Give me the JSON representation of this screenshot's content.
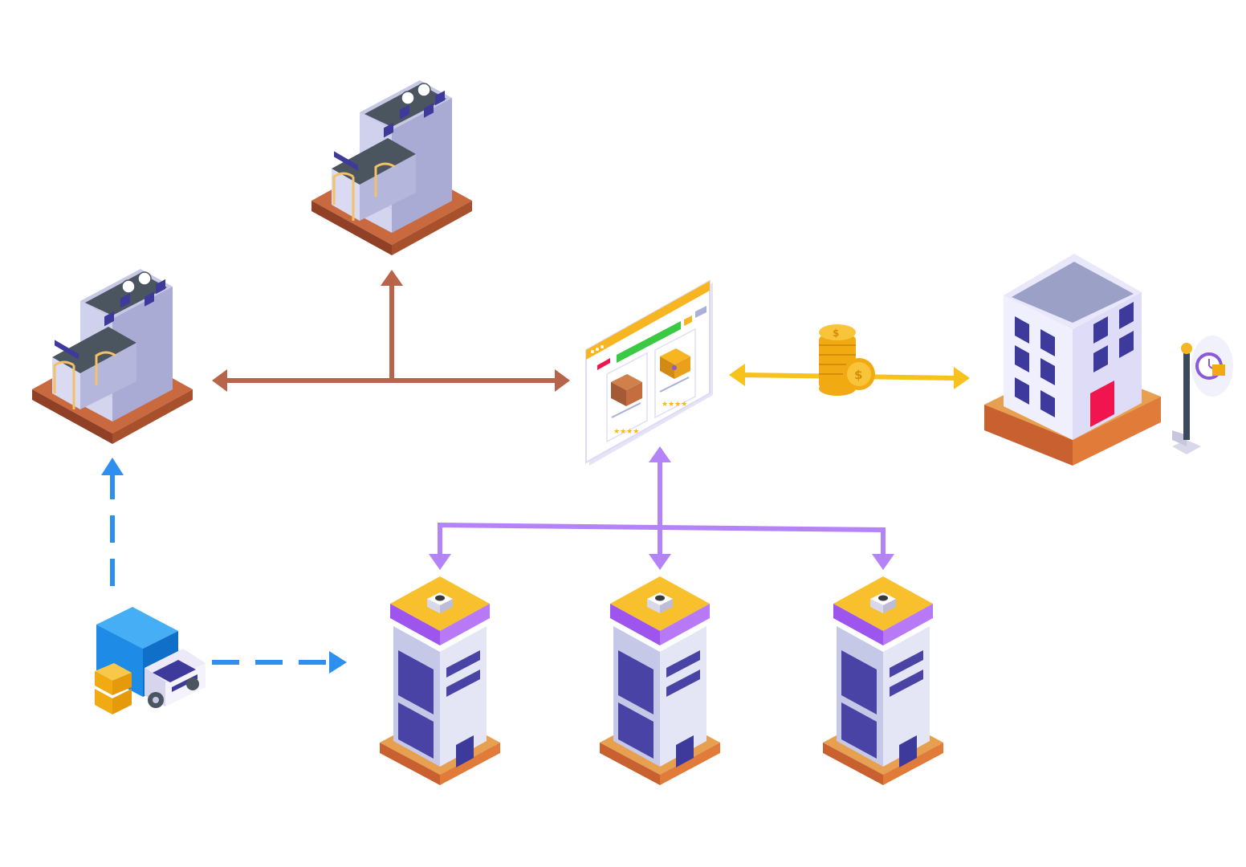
{
  "colors": {
    "background": "#ffffff",
    "supply_arrow": "#b8644a",
    "payment_arrow": "#f7c21c",
    "distribution_arrow": "#b383f7",
    "logistics_arrow": "#2d8ff0",
    "ground_tile": "#c8693f",
    "store_ground": "#e7a050",
    "store_roof": "#f8c02c",
    "store_trim": "#a45ff0",
    "office_walls": "#ebeafd",
    "office_windows": "#3e3a9c",
    "office_door": "#f0154f",
    "truck_body": "#1e8be6",
    "boxes": "#f8b522"
  },
  "nodes": [
    {
      "id": "factory-top",
      "icon": "factory-icon"
    },
    {
      "id": "factory-left",
      "icon": "factory-icon"
    },
    {
      "id": "online-store",
      "icon": "browser-window-icon"
    },
    {
      "id": "coins",
      "icon": "coin-stack-icon"
    },
    {
      "id": "headquarters",
      "icon": "office-building-icon"
    },
    {
      "id": "delivery-clock",
      "icon": "clock-sign-icon"
    },
    {
      "id": "truck",
      "icon": "delivery-truck-icon"
    },
    {
      "id": "store-1",
      "icon": "retail-store-icon"
    },
    {
      "id": "store-2",
      "icon": "retail-store-icon"
    },
    {
      "id": "store-3",
      "icon": "retail-store-icon"
    }
  ],
  "edges": [
    {
      "from": "online-store",
      "to": "factory-left",
      "style": "solid",
      "direction": "both"
    },
    {
      "from": "online-store",
      "to": "factory-top",
      "style": "solid",
      "direction": "forward"
    },
    {
      "from": "online-store",
      "to": "headquarters",
      "style": "solid",
      "direction": "both"
    },
    {
      "from": "online-store",
      "to": "store-1",
      "style": "solid",
      "direction": "both"
    },
    {
      "from": "online-store",
      "to": "store-2",
      "style": "solid",
      "direction": "both"
    },
    {
      "from": "online-store",
      "to": "store-3",
      "style": "solid",
      "direction": "both"
    },
    {
      "from": "truck",
      "to": "factory-left",
      "style": "dashed",
      "direction": "forward"
    },
    {
      "from": "truck",
      "to": "store-1",
      "style": "dashed",
      "direction": "forward"
    }
  ]
}
